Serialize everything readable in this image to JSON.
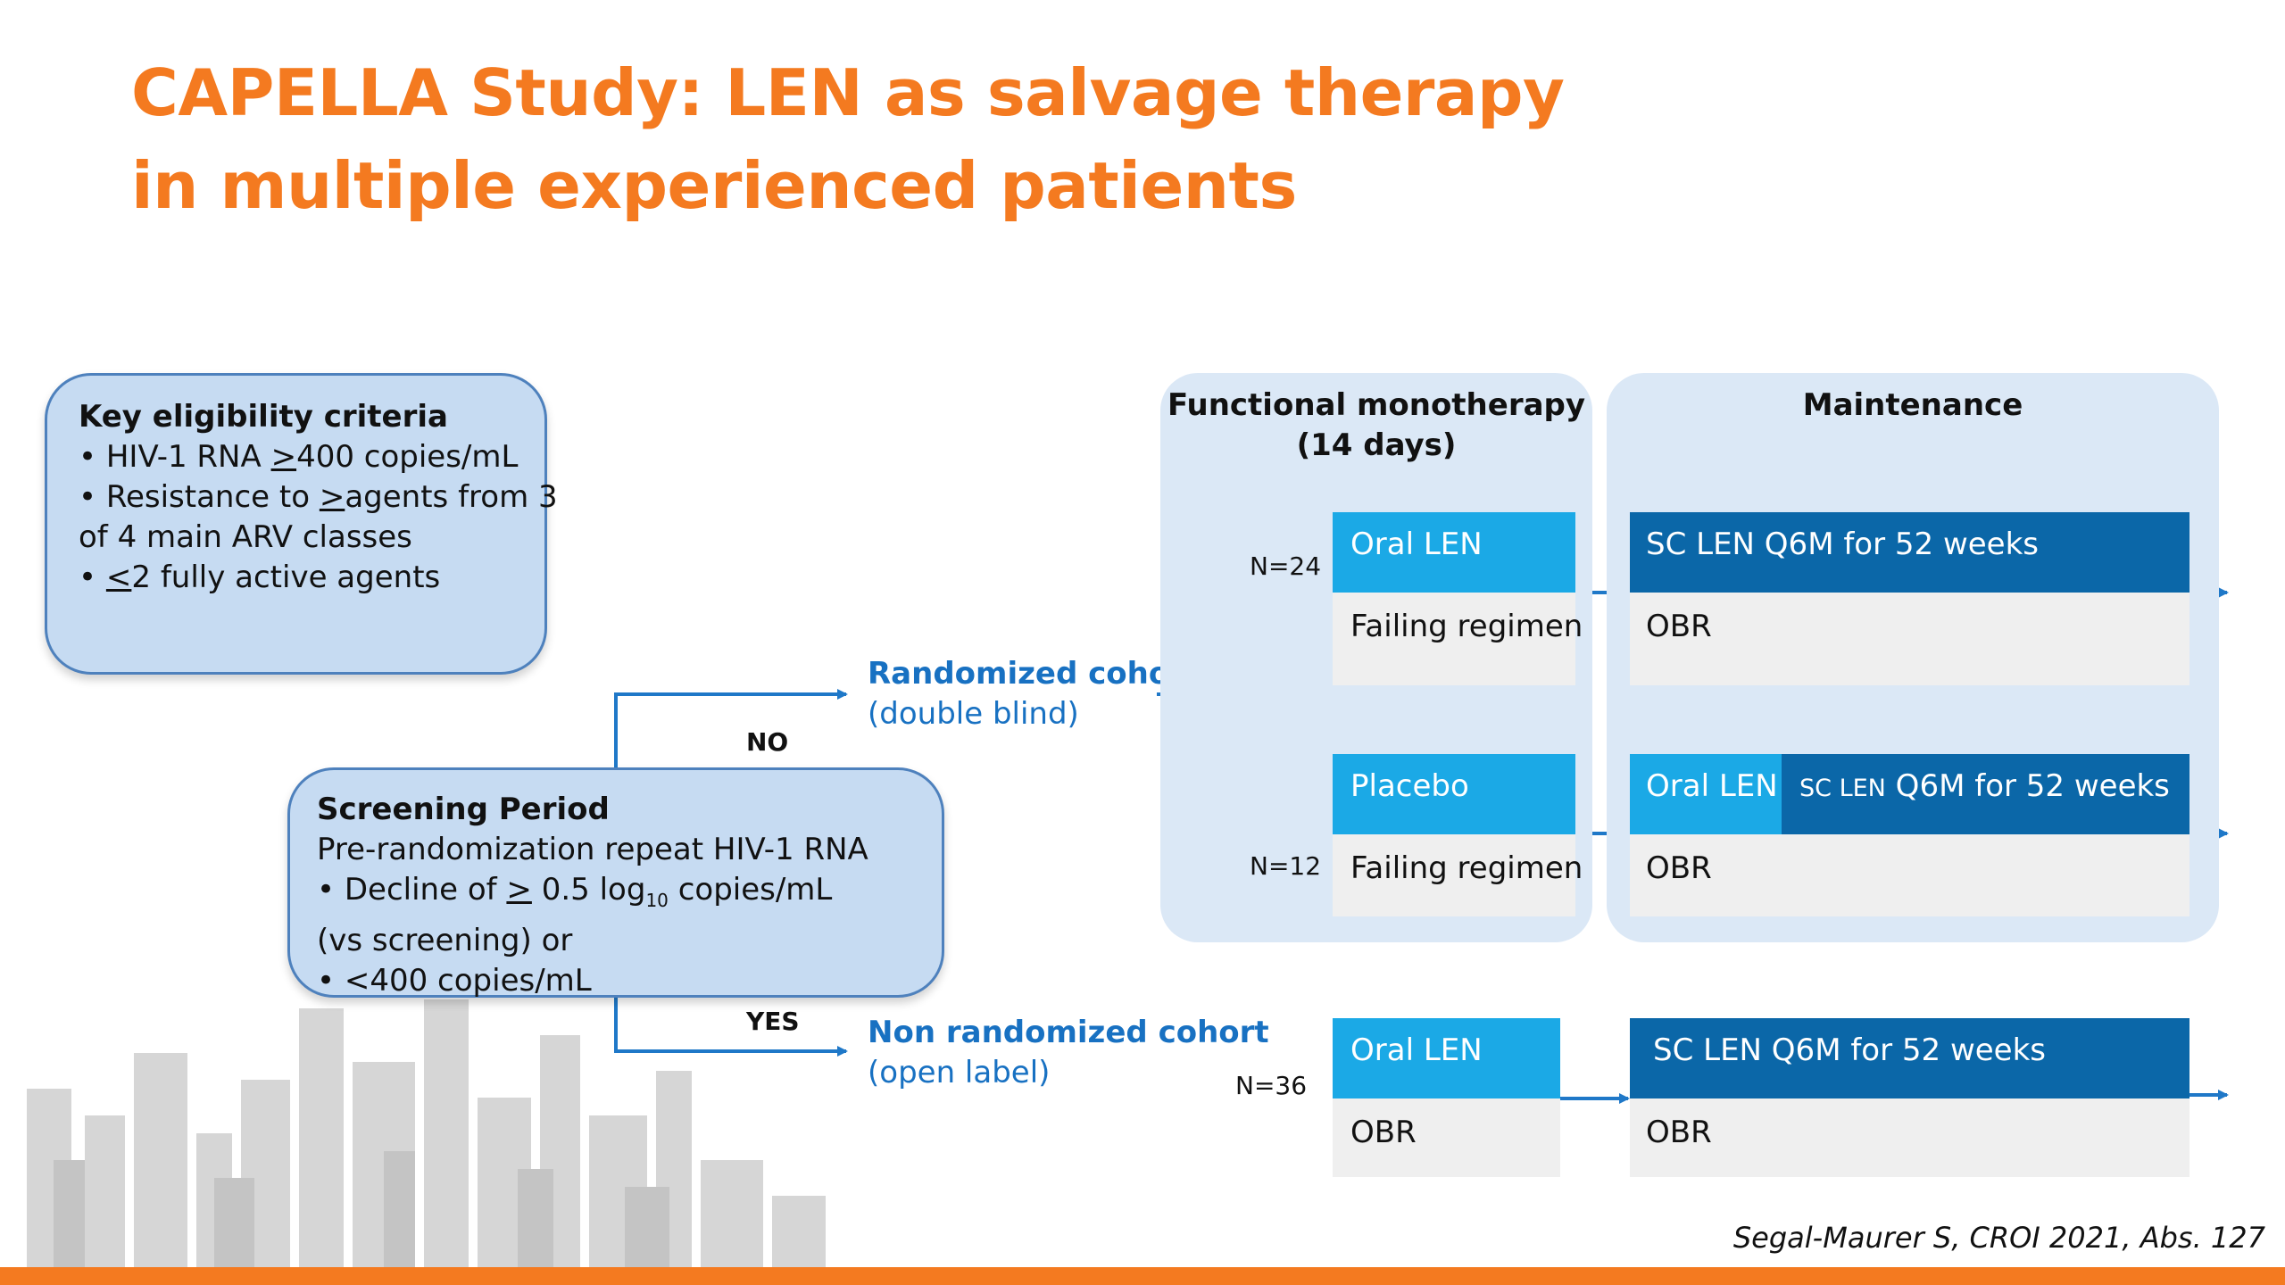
{
  "title": {
    "line1": "CAPELLA Study: LEN as salvage therapy",
    "line2": "in multiple experienced patients"
  },
  "eligibility": {
    "heading": "Key eligibility criteria",
    "b1_pre": "• HIV-1 RNA ",
    "b1_sym": ">",
    "b1_post": "400 copies/mL",
    "b2_pre": "• Resistance to ",
    "b2_sym": ">",
    "b2_post": "agents from 3",
    "b2_line2": "of 4 main ARV classes",
    "b3_pre": "• ",
    "b3_sym": "<",
    "b3_post": "2 fully active agents"
  },
  "screening": {
    "heading": "Screening Period",
    "line1": "Pre-randomization repeat HIV-1 RNA",
    "b1_pre": "• Decline of ",
    "b1_sym": ">",
    "b1_mid": " 0.5 log",
    "b1_sub": "10",
    "b1_post": " copies/mL",
    "line3": "(vs screening) or",
    "line4": "• <400 copies/mL"
  },
  "branches": {
    "no": "NO",
    "yes": "YES"
  },
  "randomized": {
    "title": "Randomized cohort",
    "subtitle": "(double blind)"
  },
  "nonrandomized": {
    "title": "Non randomized cohort",
    "subtitle": "(open label)"
  },
  "panels": {
    "monotherapy_l1": "Functional monotherapy",
    "monotherapy_l2": "(14 days)",
    "maintenance": "Maintenance"
  },
  "arms": {
    "arm1": {
      "n": "N=24",
      "top": "Oral LEN",
      "bottom": "Failing regimen",
      "maint_top": "SC LEN Q6M for 52 weeks",
      "maint_bottom": "OBR"
    },
    "arm2": {
      "n": "N=12",
      "top": "Placebo",
      "bottom": "Failing regimen",
      "maint_top_a": "Oral LEN",
      "maint_top_b_sc": "SC LEN",
      "maint_top_b_rest": " Q6M for 52 weeks",
      "maint_bottom": "OBR"
    },
    "arm3": {
      "n": "N=36",
      "top": "Oral LEN",
      "bottom": "OBR",
      "maint_top": "SC LEN Q6M for 52 weeks",
      "maint_bottom": "OBR"
    }
  },
  "citation": "Segal-Maurer S, CROI 2021, Abs. 127",
  "colors": {
    "title": "#f47a20",
    "light_blue": "#1ba9e6",
    "dark_blue": "#0b67a8",
    "cohort_text": "#1871c2",
    "connector": "#1f78c8",
    "bottom_bar": "#f47a20"
  }
}
